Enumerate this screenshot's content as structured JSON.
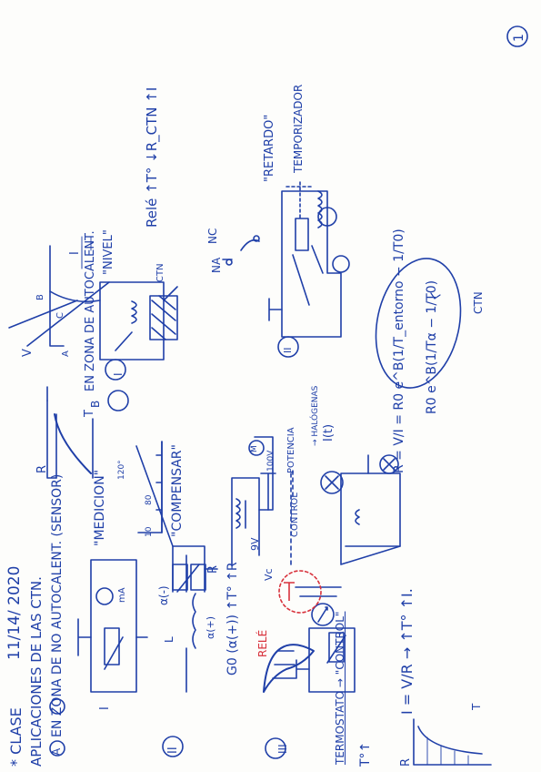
{
  "page_number": "1",
  "header": {
    "class_title": "* CLASE",
    "date": "11/14/ 2020",
    "topic_title": "APLICACIONES DE LAS CTN."
  },
  "section_a": {
    "label": "A",
    "title": "EN ZONA DE NO AUTOCALENT. (SENSOR)",
    "item_1": {
      "roman": "I",
      "caption": "\"MEDICION\"",
      "meter": "mA",
      "scale": [
        "10",
        "80",
        "120°"
      ]
    },
    "item_2": {
      "roman": "II",
      "caption": "\"COMPENSAR\"",
      "labels": [
        "L",
        "α(-)",
        "α(+)",
        "R"
      ],
      "formula": "G0 (α(+)) ↑T° ↑R"
    },
    "item_3": {
      "roman": "III",
      "title": "TERMOSTATO → \"CONTROL\"",
      "relay": "RELÉ",
      "labels": [
        "ℓ",
        "Vc",
        "9V",
        "100V",
        "M"
      ],
      "control_label": "CONTROL",
      "power_label": "POTENCIA"
    }
  },
  "graph_rt": {
    "y_axis": "R",
    "x_axis": "T",
    "sub_y": "T°↑"
  },
  "formula_current": "I = V/R → ↑T° ↑I.",
  "section_b": {
    "label": "B",
    "title": "EN ZONA DE AUTOCALENT.",
    "item_1": {
      "roman": "I",
      "caption": "\"NIVEL\"",
      "ctn_label": "CTN",
      "na": "NA",
      "nc": "NC",
      "relay_note": "Relé ↑T° ↓R_CTN ↑I"
    },
    "item_2": {
      "roman": "II",
      "caption": "\"RETARDO\"",
      "caption2": "TEMPORIZADOR"
    },
    "heater_note": "→ HALÓGENAS",
    "heater_current": "I(t)"
  },
  "graph_vi": {
    "y_axis": "V",
    "x_axis": "I",
    "letter_a": "A",
    "letter_b": "B",
    "letter_c": "C"
  },
  "graph_rt2": {
    "y_axis": "R",
    "x_axis": "T"
  },
  "formula_ctn": {
    "line1": "R = V/I = R0 e^B(1/T_entorno − 1/T0)",
    "line2": "R0 e^B(1/Tα − 1/T0)",
    "label": "CTN"
  }
}
